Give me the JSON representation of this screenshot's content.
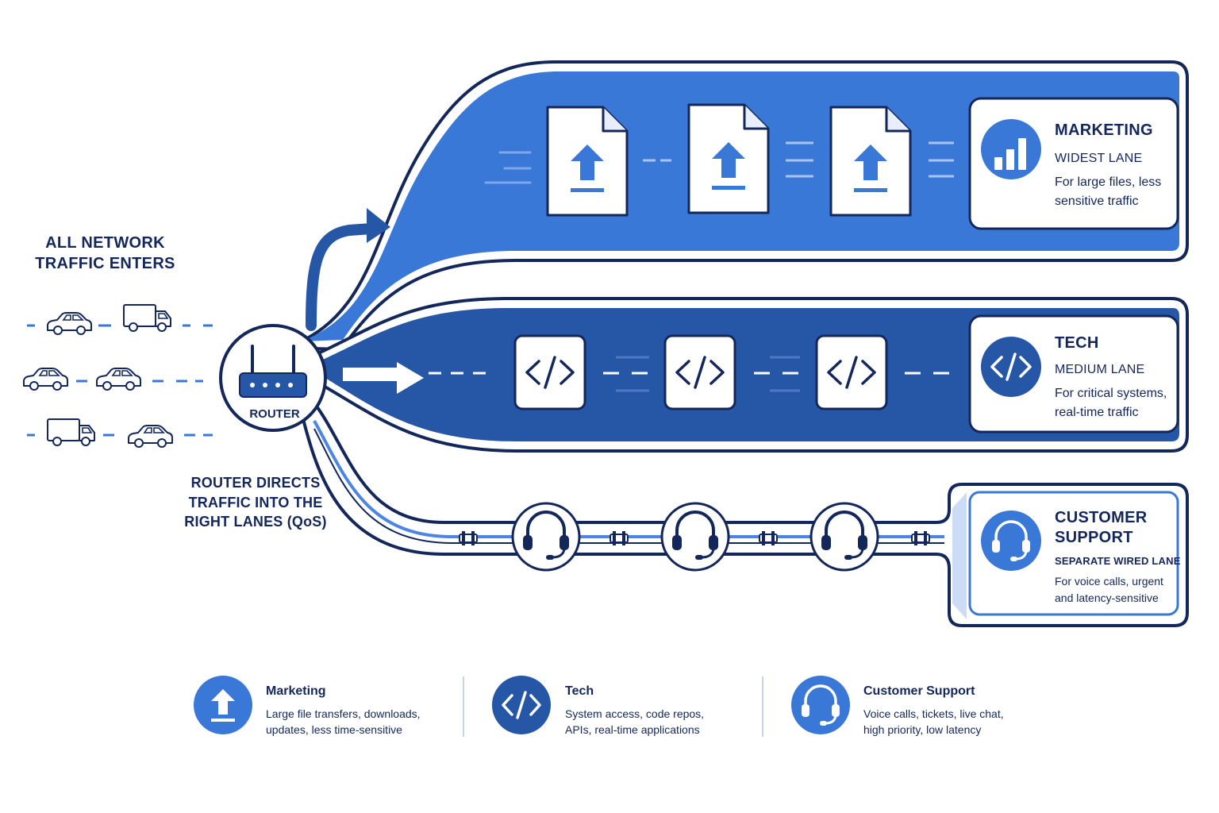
{
  "entry": {
    "title_line1": "ALL NETWORK",
    "title_line2": "TRAFFIC ENTERS"
  },
  "router": {
    "label": "ROUTER",
    "note_line1": "ROUTER DIRECTS",
    "note_line2": "TRAFFIC INTO THE",
    "note_line3": "RIGHT LANES (QoS)"
  },
  "lanes": {
    "marketing": {
      "title": "MARKETING",
      "subtitle": "WIDEST LANE",
      "desc_line1": "For large files, less",
      "desc_line2": "sensitive traffic",
      "icon": "bar-chart-icon",
      "item_icon": "file-upload-icon"
    },
    "tech": {
      "title": "TECH",
      "subtitle": "MEDIUM LANE",
      "desc_line1": "For critical systems,",
      "desc_line2": "real-time traffic",
      "icon": "code-icon",
      "item_icon": "code-icon"
    },
    "support": {
      "title_line1": "CUSTOMER",
      "title_line2": "SUPPORT",
      "subtitle": "SEPARATE WIRED LANE",
      "desc_line1": "For voice calls, urgent",
      "desc_line2": "and latency-sensitive",
      "icon": "headset-icon",
      "item_icon": "headset-icon"
    }
  },
  "legend": [
    {
      "title": "Marketing",
      "desc_line1": "Large file transfers, downloads,",
      "desc_line2": "updates, less time-sensitive",
      "icon": "upload-icon"
    },
    {
      "title": "Tech",
      "desc_line1": "System access, code repos,",
      "desc_line2": "APIs, real-time applications",
      "icon": "code-icon"
    },
    {
      "title": "Customer Support",
      "desc_line1": "Voice calls, tickets, live chat,",
      "desc_line2": "high priority, low latency",
      "icon": "headset-icon"
    }
  ],
  "colors": {
    "marketing_lane": "#3a78d8",
    "tech_lane": "#2657a6",
    "outline": "#14275a",
    "wire": "#4c86e2",
    "text": "#14275a"
  }
}
